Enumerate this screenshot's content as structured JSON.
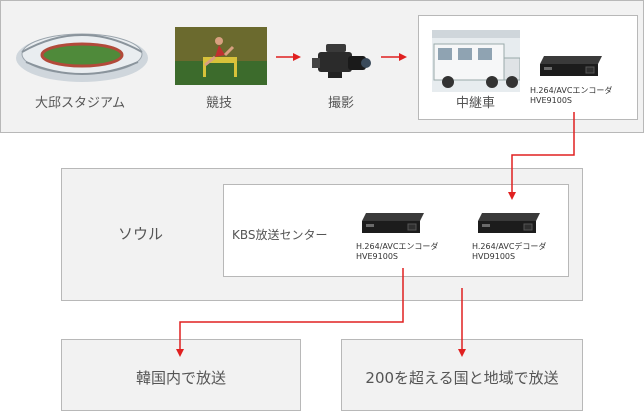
{
  "top": {
    "stadium": "大邱スタジアム",
    "competition": "競技",
    "filming": "撮影",
    "ob_van": "中継車",
    "encoder_label_1": "H.264/AVCエンコーダ",
    "encoder_model_1": "HVE9100S"
  },
  "middle": {
    "seoul": "ソウル",
    "kbs": "KBS放送センター",
    "encoder_label_2": "H.264/AVCエンコーダ",
    "encoder_model_2": "HVE9100S",
    "decoder_label": "H.264/AVCデコーダ",
    "decoder_model": "HVD9100S"
  },
  "bottom": {
    "domestic": "韓国内で放送",
    "international": "200を超える国と地域で放送"
  },
  "colors": {
    "arrow_red": "#e02020",
    "panel_bg": "#f2f2f2",
    "panel_border": "#b8b8b8",
    "inner_bg": "#ffffff"
  }
}
